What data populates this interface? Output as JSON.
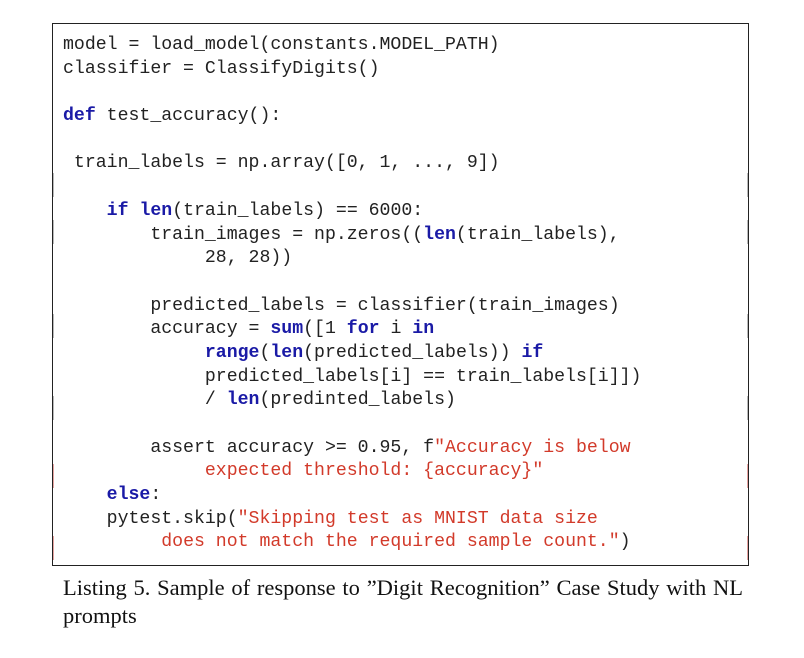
{
  "code": {
    "line1": "model = load_model(constants.MODEL_PATH)",
    "line2": "classifier = ClassifyDigits()",
    "line3": "",
    "line4_kw": "def",
    "line4_rest": " test_accuracy():",
    "line5": "",
    "line6": " train_labels = np.array([0, 1, ..., 9])",
    "line7": "",
    "line8_indent": "    ",
    "line8_kw": "if",
    "line8_sp": " ",
    "line8_fn": "len",
    "line8_rest": "(train_labels) == 6000:",
    "line9_a": "        train_images = np.zeros((",
    "line9_fn": "len",
    "line9_b": "(train_labels),",
    "line10": "             28, 28))",
    "line11": "",
    "line12": "        predicted_labels = classifier(train_images)",
    "line13_a": "        accuracy = ",
    "line13_fn": "sum",
    "line13_b": "([1 ",
    "line13_kw1": "for",
    "line13_c": " i ",
    "line13_kw2": "in",
    "line14_indent": "             ",
    "line14_fn1": "range",
    "line14_a": "(",
    "line14_fn2": "len",
    "line14_b": "(predicted_labels)) ",
    "line14_kw": "if",
    "line15": "             predicted_labels[i] == train_labels[i]])",
    "line16_a": "             / ",
    "line16_fn": "len",
    "line16_b": "(predinted_labels)",
    "line17": "",
    "line18_a": "        assert accuracy >= 0.95, f",
    "line18_str": "\"Accuracy is below",
    "line19_indent": "             ",
    "line19_str": "expected threshold: {accuracy}\"",
    "line20_indent": "    ",
    "line20_kw": "else",
    "line20_rest": ":",
    "line21_a": "    pytest.skip(",
    "line21_str": "\"Skipping test as MNIST data size",
    "line22_indent": "         ",
    "line22_str": "does not match the required sample count.\"",
    "line22_end": ")"
  },
  "caption": {
    "text": "Listing 5.  Sample of response to ”Digit Recognition” Case Study with NL prompts"
  },
  "colors": {
    "keyword": "#1a1aa6",
    "string": "#d23a2a",
    "text": "#222222",
    "border": "#222222"
  }
}
